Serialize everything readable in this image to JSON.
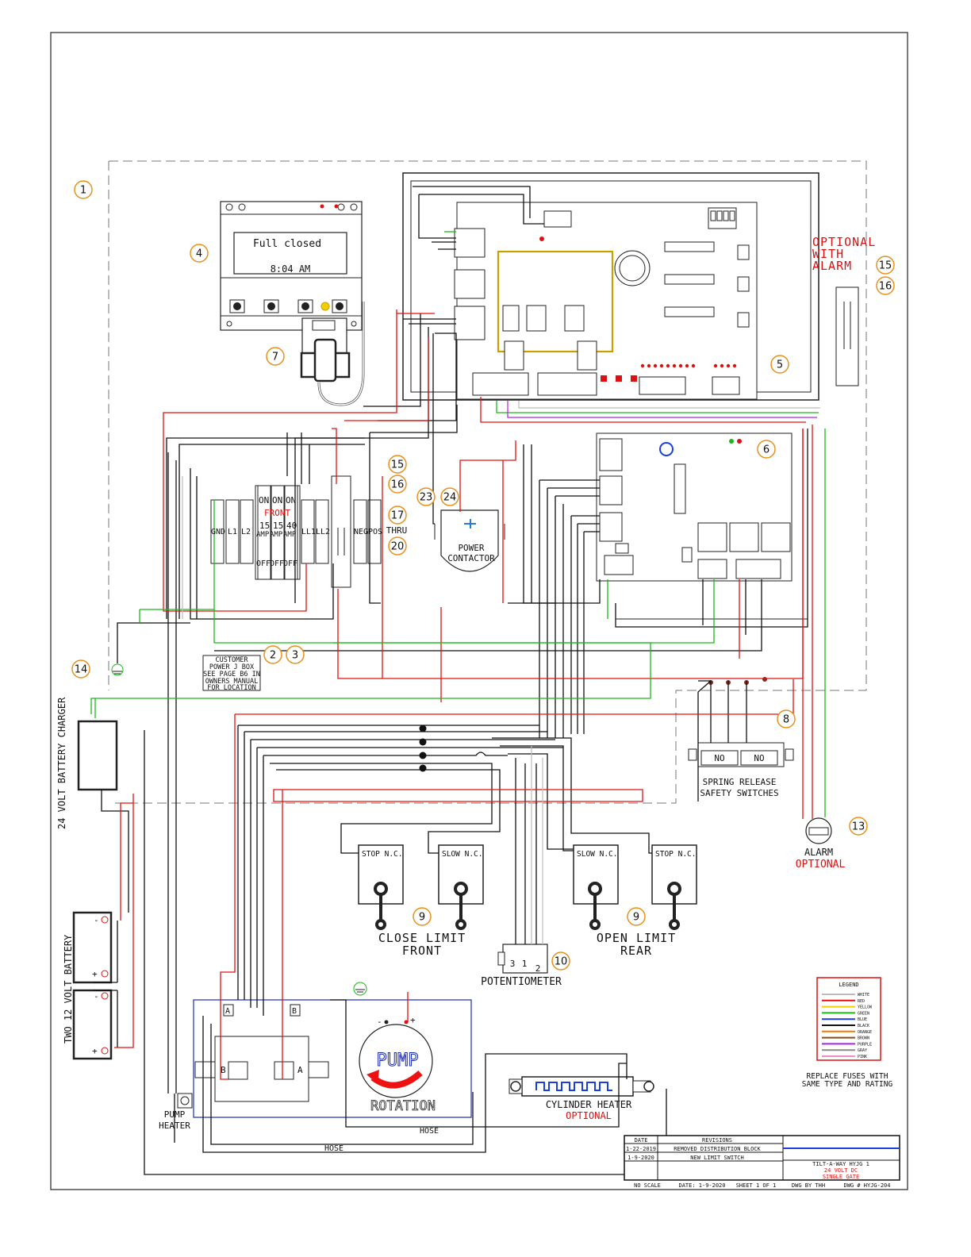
{
  "display": {
    "line1": "Full closed",
    "line2": "8:04  AM"
  },
  "optional_alarm_note": [
    "OPTIONAL",
    "WITH",
    "ALARM"
  ],
  "breakers": {
    "front": "FRONT",
    "on": "ON",
    "off": "OFF",
    "amps": [
      "15",
      "15",
      "40"
    ],
    "amp_unit": "AMP"
  },
  "terminals": [
    "GND",
    "L1",
    "L2",
    "LL1",
    "LL2",
    "NEG",
    "POS"
  ],
  "customer_box": [
    "CUSTOMER",
    "POWER J BOX",
    "SEE PAGE B6 IN",
    "OWNERS MANUAL",
    "FOR LOCATION"
  ],
  "power_contactor": [
    "POWER",
    "CONTACTOR"
  ],
  "thru": "THRU",
  "charger": "24 VOLT BATTERY CHARGER",
  "battery": "TWO 12 VOLT BATTERY",
  "spring_release": [
    "SPRING RELEASE",
    "SAFETY SWITCHES"
  ],
  "no": "NO",
  "alarm": [
    "ALARM",
    "OPTIONAL"
  ],
  "switches": {
    "stop": "STOP N.C.",
    "slow": "SLOW N.C."
  },
  "close_limit": [
    "CLOSE LIMIT",
    "FRONT"
  ],
  "open_limit": [
    "OPEN LIMIT",
    "REAR"
  ],
  "potentiometer": "POTENTIOMETER",
  "pot_pins": [
    "3",
    "1",
    "2"
  ],
  "pump": [
    "PUMP",
    "ROTATION"
  ],
  "pump_heater": [
    "PUMP",
    "HEATER"
  ],
  "cylinder_heater": [
    "CYLINDER HEATER",
    "OPTIONAL"
  ],
  "hose": "HOSE",
  "valve_ports": [
    "A",
    "B"
  ],
  "legend": {
    "title": "LEGEND",
    "items": [
      {
        "name": "WHITE",
        "color": "#bbbbbb"
      },
      {
        "name": "RED",
        "color": "#e11111"
      },
      {
        "name": "YELLOW",
        "color": "#f2d000"
      },
      {
        "name": "GREEN",
        "color": "#19b919"
      },
      {
        "name": "BLUE",
        "color": "#1a3ee0"
      },
      {
        "name": "BLACK",
        "color": "#111111"
      },
      {
        "name": "ORANGE",
        "color": "#f07a00"
      },
      {
        "name": "BROWN",
        "color": "#8a4a1a"
      },
      {
        "name": "PURPLE",
        "color": "#b020e0"
      },
      {
        "name": "GRAY",
        "color": "#888888"
      },
      {
        "name": "PINK",
        "color": "#f08cc8"
      }
    ]
  },
  "replace_fuses": [
    "REPLACE FUSES WITH",
    "SAME TYPE AND RATING"
  ],
  "title_block": {
    "date_hdr": "DATE",
    "rev_hdr": "REVISIONS",
    "revisions": [
      {
        "date": "1-22-2019",
        "text": "REMOVED DISTRIBUTION BLOCK"
      },
      {
        "date": "1-9-2020",
        "text": "NEW LIMIT SWITCH"
      }
    ],
    "title": [
      "TILT-A-WAY HYJG 1",
      "24 VOLT DC",
      "SINGLE GATE"
    ],
    "footer": {
      "scale": "NO SCALE",
      "date": "DATE: 1-9-2020",
      "sheet": "SHEET 1 OF 1",
      "dwg_by": "DWG BY THH",
      "dwg_no": "DWG # HYJG-204"
    }
  },
  "callouts": [
    "1",
    "4",
    "7",
    "5",
    "6",
    "15",
    "16",
    "15",
    "16",
    "17",
    "20",
    "23",
    "24",
    "2",
    "3",
    "14",
    "8",
    "13",
    "9",
    "9",
    "10"
  ]
}
